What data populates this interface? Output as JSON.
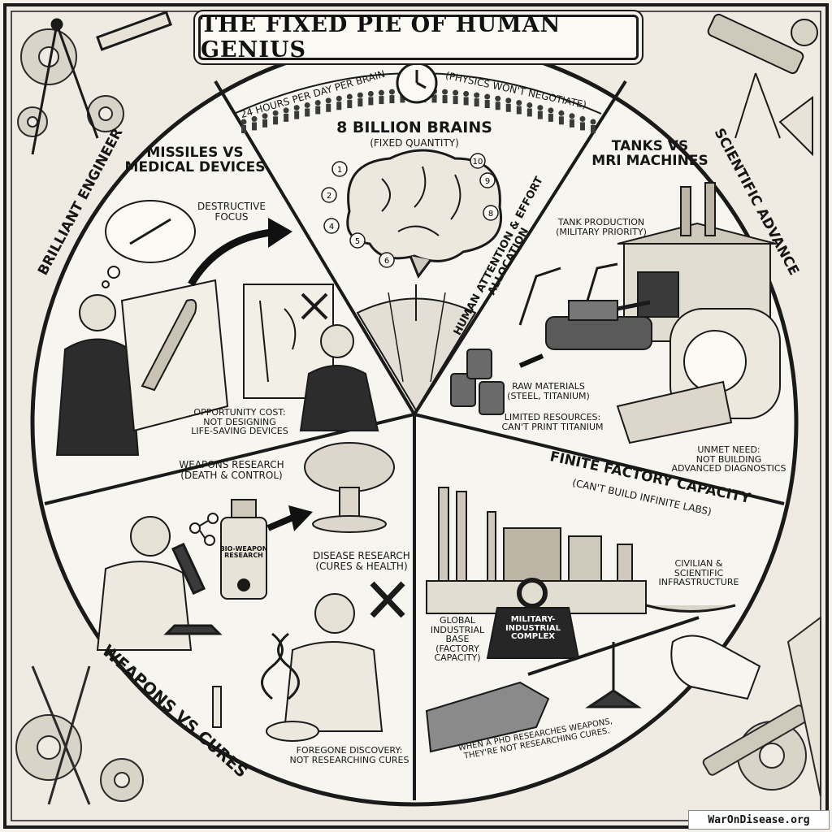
{
  "title": "THE FIXED PIE OF HUMAN GENIUS",
  "watermark": "WarOnDisease.org",
  "top": {
    "hours_left": "24 HOURS PER DAY PER BRAIN",
    "hours_right": "(PHYSICS WON'T NEGOTIATE)",
    "brains_title": "8 BILLION BRAINS",
    "brains_sub": "(FIXED QUANTITY)",
    "brain_numbers": [
      "1",
      "2",
      "4",
      "5",
      "6",
      "8",
      "9",
      "10"
    ]
  },
  "left_wedge": {
    "side_label": "BRILLIANT ENGINEER",
    "title": "MISSILES vs\nMEDICAL DEVICES",
    "destructive": "DESTRUCTIVE\nFOCUS",
    "opportunity": "OPPORTUNITY COST:\nNOT DESIGNING\nLIFE-SAVING DEVICES"
  },
  "right_wedge": {
    "side_label": "SCIENTIFIC ADVANCE",
    "allocation": "HUMAN ATTENTION & EFFORT ALLOCATION",
    "title": "TANKS vs\nMRI MACHINES",
    "tank_production": "TANK PRODUCTION\n(MILITARY PRIORITY)",
    "raw_materials": "RAW MATERIALS\n(STEEL, TITANIUM)",
    "limited": "LIMITED RESOURCES:\nCAN'T PRINT TITANIUM",
    "unmet": "UNMET NEED:\nNOT BUILDING\nADVANCED DIAGNOSTICS"
  },
  "bottom_left": {
    "weapons_research": "WEAPONS RESEARCH\n(DEATH & CONTROL)",
    "bottle": "BIO-WEAPON\nRESEARCH",
    "disease_research": "DISEASE RESEARCH\n(CURES & HEALTH)",
    "side_label": "WEAPONS vs CURES",
    "foregone": "FOREGONE DISCOVERY:\nNOT RESEARCHING CURES"
  },
  "bottom_right": {
    "title": "FINITE FACTORY CAPACITY",
    "subtitle": "(CAN'T BUILD INFINITE LABS)",
    "civilian": "CIVILIAN &\nSCIENTIFIC\nINFRASTRUCTURE",
    "global": "GLOBAL\nINDUSTRIAL\nBASE\n(FACTORY\nCAPACITY)",
    "weight": "MILITARY-\nINDUSTRIAL\nCOMPLEX",
    "phd": "WHEN A PhD RESEARCHES WEAPONS,\nTHEY'RE NOT RESEARCHING CURES."
  }
}
